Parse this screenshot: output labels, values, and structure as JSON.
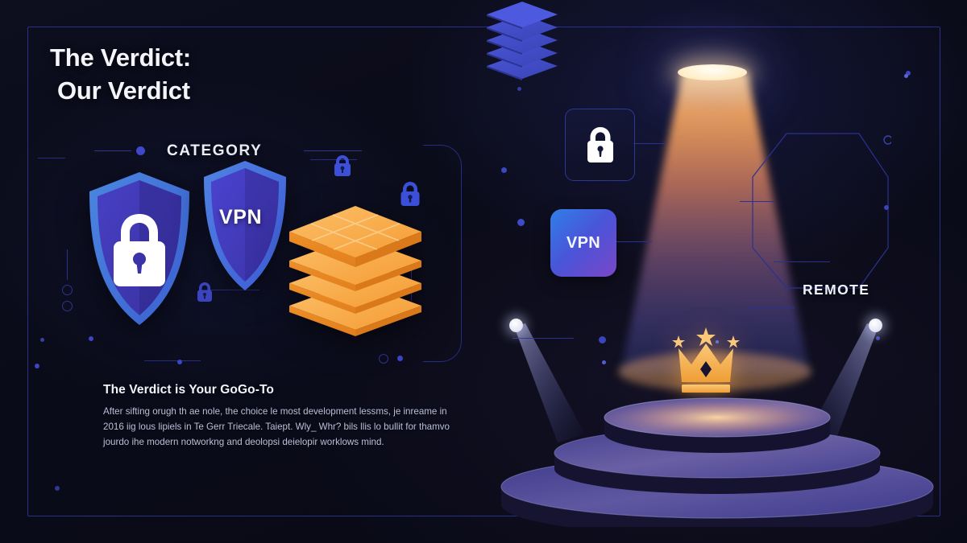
{
  "slide": {
    "background_color": "#0b0c1a",
    "frame_color": "#2b2f86",
    "headline_line1": "The Verdict:",
    "headline_line2": "Our Verdict"
  },
  "left_panel": {
    "category_label": "CATEGORY",
    "shield_vpn_label": "VPN",
    "icons": [
      {
        "name": "shield-lock-icon",
        "label": ""
      },
      {
        "name": "shield-vpn-icon",
        "label": "VPN"
      },
      {
        "name": "layers-stack-icon",
        "label": ""
      },
      {
        "name": "padlock-icon",
        "label": ""
      },
      {
        "name": "padlock-icon",
        "label": ""
      },
      {
        "name": "padlock-icon",
        "label": ""
      }
    ],
    "body_heading": "The Verdict is Your GoGo-To",
    "body_paragraph": "After sifting orugh th ae nole, the choice le most development lessms, je inreame in 2016 iig lous lipiels in Te Gerr Triecale. Taiept. Wly_ Whr? bils llis lo bullit for thamvo jourdo ihe modern notworkng and deolopsi deielopir worklows mind."
  },
  "right_panel": {
    "card_lock_name": "lock-card",
    "card_vpn_label": "VPN",
    "stack_name": "blue-layers-icon",
    "remote_label": "REMOTE",
    "crown_name": "crown-icon",
    "podium_name": "winner-podium",
    "spotlight_left_name": "spotlight-left",
    "spotlight_right_name": "spotlight-right"
  },
  "colors": {
    "accent_blue": "#3f49c9",
    "shield_light": "#4a7fd8",
    "shield_dark": "#3730a3",
    "orange": "#f5a03c",
    "orange_light": "#fbbf6d",
    "crown_gold": "#f5b košice"
  },
  "palette": {
    "accent_blue": "#3f49c9",
    "shield_edge": "#4a7fd8",
    "shield_body": "#3b34a8",
    "stack_orange": "#f5a03c",
    "stack_orange_light": "#fcc069",
    "crown_gold": "#f3ab4a",
    "vpn_gradient_start": "#2f7fe8",
    "vpn_gradient_end": "#7a47c9",
    "text_primary": "#f4f5fb",
    "text_muted": "#c3c9e4",
    "frame": "#2b2f86"
  }
}
